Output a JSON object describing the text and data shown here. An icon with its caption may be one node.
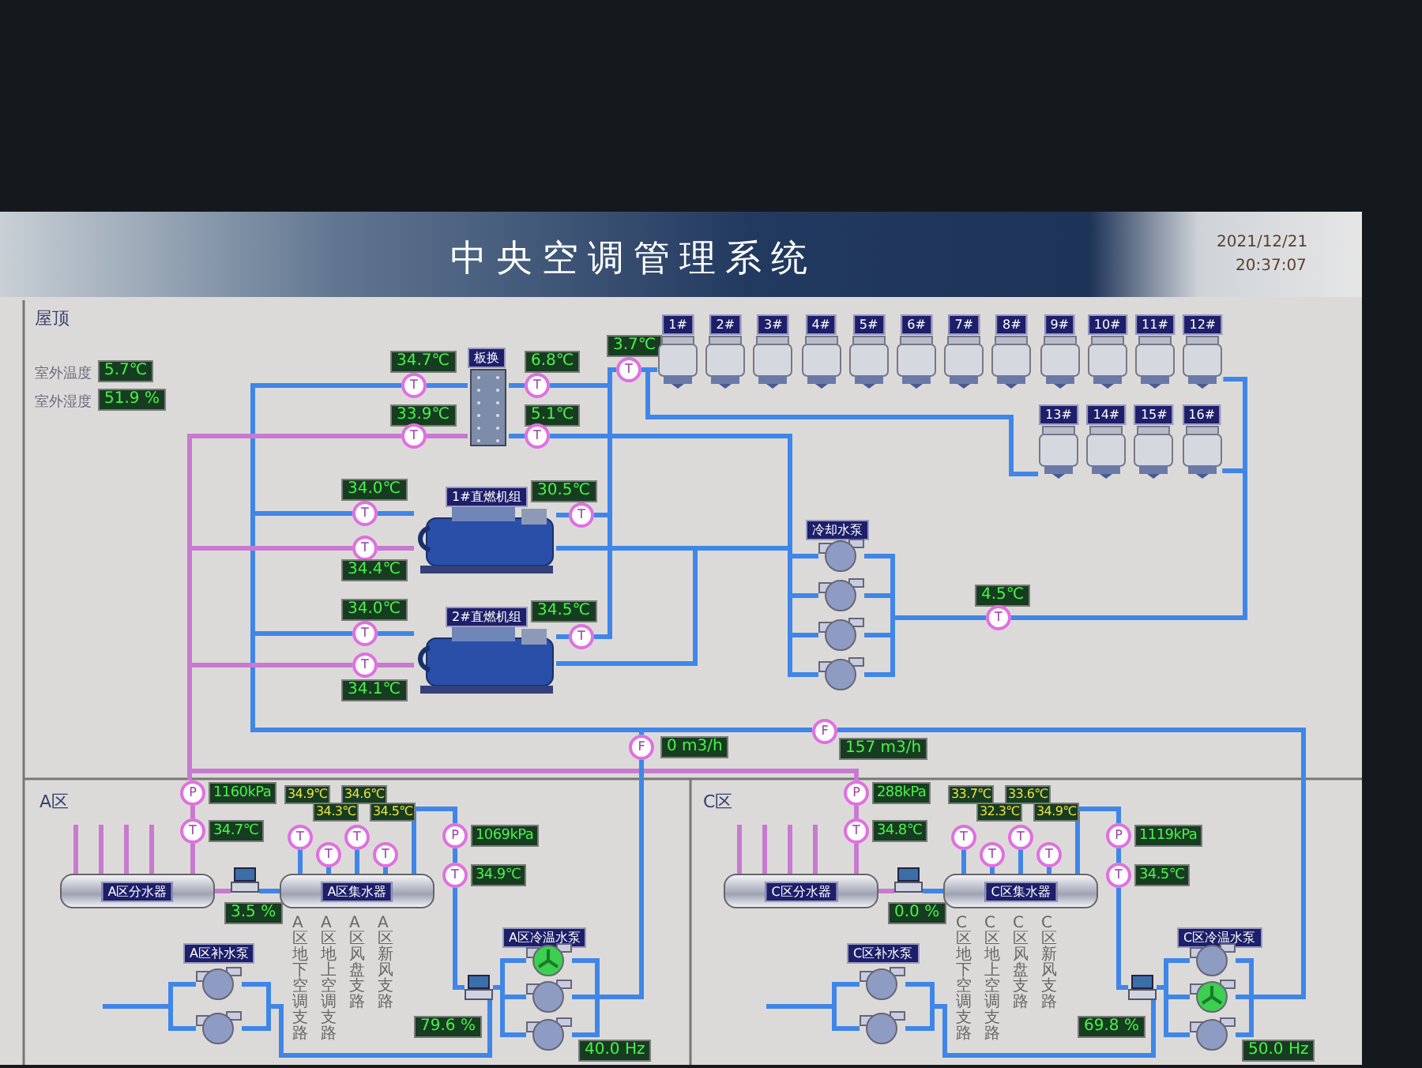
{
  "diagram": {
    "title": "中央空调管理系统",
    "nodes": [
      {
        "text": [
          "5.7℃"
        ]
      },
      {
        "text": [
          "51.9 %"
        ]
      },
      {
        "text": [
          "34.7℃"
        ]
      },
      {
        "text": [
          "板换"
        ]
      },
      {
        "text": [
          "6.8℃"
        ]
      },
      {
        "text": [
          "3.7℃"
        ]
      },
      {
        "text": [
          "1#"
        ]
      },
      {
        "text": [
          "2#"
        ]
      },
      {
        "text": [
          "3#"
        ]
      },
      {
        "text": [
          "4#"
        ]
      },
      {
        "text": [
          "5#"
        ]
      },
      {
        "text": [
          "6#"
        ]
      },
      {
        "text": [
          "7#"
        ]
      },
      {
        "text": [
          "8#"
        ]
      },
      {
        "text": [
          "9#"
        ]
      },
      {
        "text": [
          "10#"
        ]
      },
      {
        "text": [
          "11#"
        ]
      },
      {
        "text": [
          "12#"
        ]
      },
      {
        "text": [
          "T"
        ]
      },
      {
        "text": [
          "T"
        ]
      },
      {
        "text": [
          "T"
        ]
      },
      {
        "text": [
          "33.9℃"
        ]
      },
      {
        "text": [
          "5.1℃"
        ]
      },
      {
        "text": [
          "T"
        ]
      },
      {
        "text": [
          "T"
        ]
      },
      {
        "text": [
          "13#"
        ]
      },
      {
        "text": [
          "14#"
        ]
      },
      {
        "text": [
          "15#"
        ]
      },
      {
        "text": [
          "16#"
        ]
      },
      {
        "text": [
          "34.0℃"
        ]
      },
      {
        "text": [
          "1#直燃机组"
        ]
      },
      {
        "text": [
          "30.5℃"
        ]
      },
      {
        "text": [
          "T"
        ]
      },
      {
        "text": [
          "T"
        ]
      },
      {
        "text": [
          "冷却水泵"
        ]
      },
      {
        "text": [
          "T"
        ]
      },
      {
        "text": [
          "34.4℃"
        ]
      },
      {
        "text": [],
        "shape": "circle"
      },
      {
        "text": [],
        "shape": "circle"
      },
      {
        "text": [],
        "shape": "circle"
      },
      {
        "text": [],
        "shape": "circle"
      },
      {
        "text": [
          "4.5℃"
        ]
      },
      {
        "text": [
          "34.0℃"
        ]
      },
      {
        "text": [
          "34.5℃"
        ]
      },
      {
        "text": [
          "2#直燃机组"
        ]
      },
      {
        "text": [
          "T"
        ]
      },
      {
        "text": [
          "T"
        ]
      },
      {
        "text": [
          "T"
        ]
      },
      {
        "text": [
          "T"
        ]
      },
      {
        "text": [
          "34.1℃"
        ]
      },
      {
        "text": [
          "F"
        ]
      },
      {
        "text": [
          "157 m3/h"
        ]
      },
      {
        "text": [
          "F"
        ]
      },
      {
        "text": [
          "0 m3/h"
        ]
      },
      {
        "text": [
          "P"
        ]
      },
      {
        "text": [
          "1160kPa"
        ]
      },
      {
        "text": [
          "T"
        ]
      },
      {
        "text": [
          "34.7℃"
        ]
      },
      {
        "text": [
          "34.9℃"
        ]
      },
      {
        "text": [
          "34.6℃"
        ]
      },
      {
        "text": [
          "34.3℃"
        ]
      },
      {
        "text": [
          "34.5℃"
        ]
      },
      {
        "text": [
          "T"
        ]
      },
      {
        "text": [
          "T"
        ]
      },
      {
        "text": [
          "T"
        ]
      },
      {
        "text": [
          "T"
        ]
      },
      {
        "text": [
          "P"
        ]
      },
      {
        "text": [
          "1069kPa"
        ]
      },
      {
        "text": [
          "T"
        ]
      },
      {
        "text": [
          "34.9℃"
        ]
      },
      {
        "text": [
          "A区分水器"
        ]
      },
      {
        "text": [],
        "shape": "valve"
      },
      {
        "text": [
          "A区集水器"
        ]
      },
      {
        "text": [
          "3.5 %"
        ]
      },
      {
        "text": [
          "A区冷温水泵"
        ]
      },
      {
        "text": [
          "A区补水泵"
        ]
      },
      {
        "text": [],
        "shape": "circle"
      },
      {
        "text": [],
        "shape": "circle"
      },
      {
        "text": [],
        "shape": "valve"
      },
      {
        "text": [],
        "shape": "circle"
      },
      {
        "text": [],
        "shape": "circle"
      },
      {
        "text": [],
        "shape": "circle"
      },
      {
        "text": [
          "79.6 %"
        ]
      },
      {
        "text": [
          "40.0 Hz"
        ]
      },
      {
        "text": [
          "P"
        ]
      },
      {
        "text": [
          "288kPa"
        ]
      },
      {
        "text": [
          "T"
        ]
      },
      {
        "text": [
          "34.8℃"
        ]
      },
      {
        "text": [
          "33.7℃"
        ]
      },
      {
        "text": [
          "33.6℃"
        ]
      },
      {
        "text": [
          "32.3℃"
        ]
      },
      {
        "text": [
          "34.9℃"
        ]
      },
      {
        "text": [
          "T"
        ]
      },
      {
        "text": [
          "T"
        ]
      },
      {
        "text": [
          "T"
        ]
      },
      {
        "text": [
          "T"
        ]
      },
      {
        "text": [
          "P"
        ]
      },
      {
        "text": [
          "1119kPa"
        ]
      },
      {
        "text": [
          "T"
        ]
      },
      {
        "text": [
          "34.5℃"
        ]
      },
      {
        "text": [
          "C区分水器"
        ]
      },
      {
        "text": [],
        "shape": "valve"
      },
      {
        "text": [
          "C区集水器"
        ]
      },
      {
        "text": [
          "0.0 %"
        ]
      },
      {
        "text": [
          "C区冷温水泵"
        ]
      },
      {
        "text": [
          "C区补水泵"
        ]
      },
      {
        "text": [],
        "shape": "circle"
      },
      {
        "text": [],
        "shape": "circle"
      },
      {
        "text": [],
        "shape": "valve"
      },
      {
        "text": [],
        "shape": "circle"
      },
      {
        "text": [],
        "shape": "circle"
      },
      {
        "text": [],
        "shape": "circle"
      },
      {
        "text": [
          "69.8 %"
        ]
      },
      {
        "text": [
          "50.0 Hz"
        ]
      }
    ],
    "edges": [
      {
        "from": 3,
        "to": 18,
        "arrow": "none"
      },
      {
        "from": 18,
        "to": 32,
        "arrow": "none"
      },
      {
        "from": 18,
        "to": 45,
        "arrow": "none"
      },
      {
        "from": 18,
        "to": 50,
        "arrow": "none"
      },
      {
        "from": 32,
        "to": 30,
        "arrow": "none"
      },
      {
        "from": 45,
        "to": 44,
        "arrow": "none"
      },
      {
        "from": 3,
        "to": 19,
        "arrow": "none"
      },
      {
        "from": 19,
        "to": 20,
        "arrow": "none"
      },
      {
        "from": 20,
        "to": 6,
        "arrow": "none"
      },
      {
        "from": 20,
        "to": 25,
        "arrow": "none"
      },
      {
        "from": 19,
        "to": 33,
        "arrow": "none"
      },
      {
        "from": 19,
        "to": 46,
        "arrow": "none"
      },
      {
        "from": 33,
        "to": 30,
        "arrow": "none"
      },
      {
        "from": 46,
        "to": 44,
        "arrow": "none"
      },
      {
        "from": 17,
        "to": 47,
        "arrow": "none"
      },
      {
        "from": 28,
        "to": 47,
        "arrow": "none"
      },
      {
        "from": 47,
        "to": 37,
        "arrow": "none"
      },
      {
        "from": 47,
        "to": 38,
        "arrow": "none"
      },
      {
        "from": 47,
        "to": 39,
        "arrow": "none"
      },
      {
        "from": 47,
        "to": 40,
        "arrow": "none"
      },
      {
        "from": 3,
        "to": 24,
        "arrow": "none"
      },
      {
        "from": 24,
        "to": 37,
        "arrow": "none"
      },
      {
        "from": 24,
        "to": 38,
        "arrow": "none"
      },
      {
        "from": 24,
        "to": 39,
        "arrow": "none"
      },
      {
        "from": 24,
        "to": 40,
        "arrow": "none"
      },
      {
        "from": 30,
        "to": 37,
        "arrow": "none"
      },
      {
        "from": 44,
        "to": 37,
        "arrow": "none"
      },
      {
        "from": 23,
        "to": 3,
        "arrow": "none",
        "color": "#c77ad0"
      },
      {
        "from": 23,
        "to": 35,
        "arrow": "none",
        "color": "#c77ad0"
      },
      {
        "from": 23,
        "to": 48,
        "arrow": "none",
        "color": "#c77ad0"
      },
      {
        "from": 23,
        "to": 54,
        "arrow": "none",
        "color": "#c77ad0"
      },
      {
        "from": 23,
        "to": 84,
        "arrow": "none",
        "color": "#c77ad0"
      },
      {
        "from": 35,
        "to": 30,
        "arrow": "none",
        "color": "#c77ad0"
      },
      {
        "from": 48,
        "to": 44,
        "arrow": "none",
        "color": "#c77ad0"
      },
      {
        "from": 52,
        "to": 50,
        "arrow": "none"
      },
      {
        "from": 54,
        "to": 56,
        "arrow": "none",
        "color": "#c77ad0"
      },
      {
        "from": 56,
        "to": 70,
        "arrow": "none",
        "color": "#c77ad0"
      },
      {
        "from": 70,
        "to": 71,
        "arrow": "none",
        "color": "#c77ad0"
      },
      {
        "from": 71,
        "to": 72,
        "arrow": "none"
      },
      {
        "from": 62,
        "to": 72,
        "arrow": "none"
      },
      {
        "from": 63,
        "to": 72,
        "arrow": "none"
      },
      {
        "from": 64,
        "to": 72,
        "arrow": "none"
      },
      {
        "from": 65,
        "to": 72,
        "arrow": "none"
      },
      {
        "from": 72,
        "to": 66,
        "arrow": "none"
      },
      {
        "from": 66,
        "to": 68,
        "arrow": "none"
      },
      {
        "from": 68,
        "to": 78,
        "arrow": "none"
      },
      {
        "from": 78,
        "to": 79,
        "arrow": "none"
      },
      {
        "from": 78,
        "to": 80,
        "arrow": "none"
      },
      {
        "from": 78,
        "to": 81,
        "arrow": "none"
      },
      {
        "from": 79,
        "to": 52,
        "arrow": "none"
      },
      {
        "from": 80,
        "to": 52,
        "arrow": "none"
      },
      {
        "from": 81,
        "to": 52,
        "arrow": "none"
      },
      {
        "from": 76,
        "to": 78,
        "arrow": "none"
      },
      {
        "from": 77,
        "to": 78,
        "arrow": "none"
      },
      {
        "from": 84,
        "to": 86,
        "arrow": "none",
        "color": "#c77ad0"
      },
      {
        "from": 86,
        "to": 100,
        "arrow": "none",
        "color": "#c77ad0"
      },
      {
        "from": 100,
        "to": 101,
        "arrow": "none",
        "color": "#c77ad0"
      },
      {
        "from": 101,
        "to": 102,
        "arrow": "none"
      },
      {
        "from": 92,
        "to": 102,
        "arrow": "none"
      },
      {
        "from": 93,
        "to": 102,
        "arrow": "none"
      },
      {
        "from": 94,
        "to": 102,
        "arrow": "none"
      },
      {
        "from": 95,
        "to": 102,
        "arrow": "none"
      },
      {
        "from": 102,
        "to": 96,
        "arrow": "none"
      },
      {
        "from": 96,
        "to": 98,
        "arrow": "none"
      },
      {
        "from": 98,
        "to": 108,
        "arrow": "none"
      },
      {
        "from": 108,
        "to": 109,
        "arrow": "none"
      },
      {
        "from": 108,
        "to": 110,
        "arrow": "none"
      },
      {
        "from": 108,
        "to": 111,
        "arrow": "none"
      },
      {
        "from": 109,
        "to": 50,
        "arrow": "none"
      },
      {
        "from": 110,
        "to": 50,
        "arrow": "none"
      },
      {
        "from": 111,
        "to": 50,
        "arrow": "none"
      },
      {
        "from": 106,
        "to": 108,
        "arrow": "none"
      },
      {
        "from": 107,
        "to": 108,
        "arrow": "none"
      },
      {
        "from": 70,
        "to": null,
        "arrow": "none",
        "color": "#c77ad0"
      },
      {
        "from": 70,
        "to": null,
        "arrow": "none",
        "color": "#c77ad0"
      },
      {
        "from": 70,
        "to": null,
        "arrow": "none",
        "color": "#c77ad0"
      },
      {
        "from": 70,
        "to": null,
        "arrow": "none",
        "color": "#c77ad0"
      },
      {
        "from": 100,
        "to": null,
        "arrow": "none",
        "color": "#c77ad0"
      },
      {
        "from": 100,
        "to": null,
        "arrow": "none",
        "color": "#c77ad0"
      },
      {
        "from": 100,
        "to": null,
        "arrow": "none",
        "color": "#c77ad0"
      },
      {
        "from": 100,
        "to": null,
        "arrow": "none",
        "color": "#c77ad0"
      },
      {
        "from": null,
        "to": 76,
        "arrow": "none"
      },
      {
        "from": null,
        "to": 77,
        "arrow": "none"
      },
      {
        "from": null,
        "to": 106,
        "arrow": "none"
      },
      {
        "from": null,
        "to": 107,
        "arrow": "none"
      }
    ],
    "labels": [
      "2021/12/21",
      "20:37:07",
      "屋顶",
      "室外温度",
      "室外湿度",
      "A区",
      "A区地下空调支路",
      "A区地上空调支路",
      "A区风盘支路",
      "A区新风支路",
      "C区",
      "C区地下空调支路",
      "C区地上空调支路",
      "C区风盘支路",
      "C区新风支路"
    ]
  }
}
